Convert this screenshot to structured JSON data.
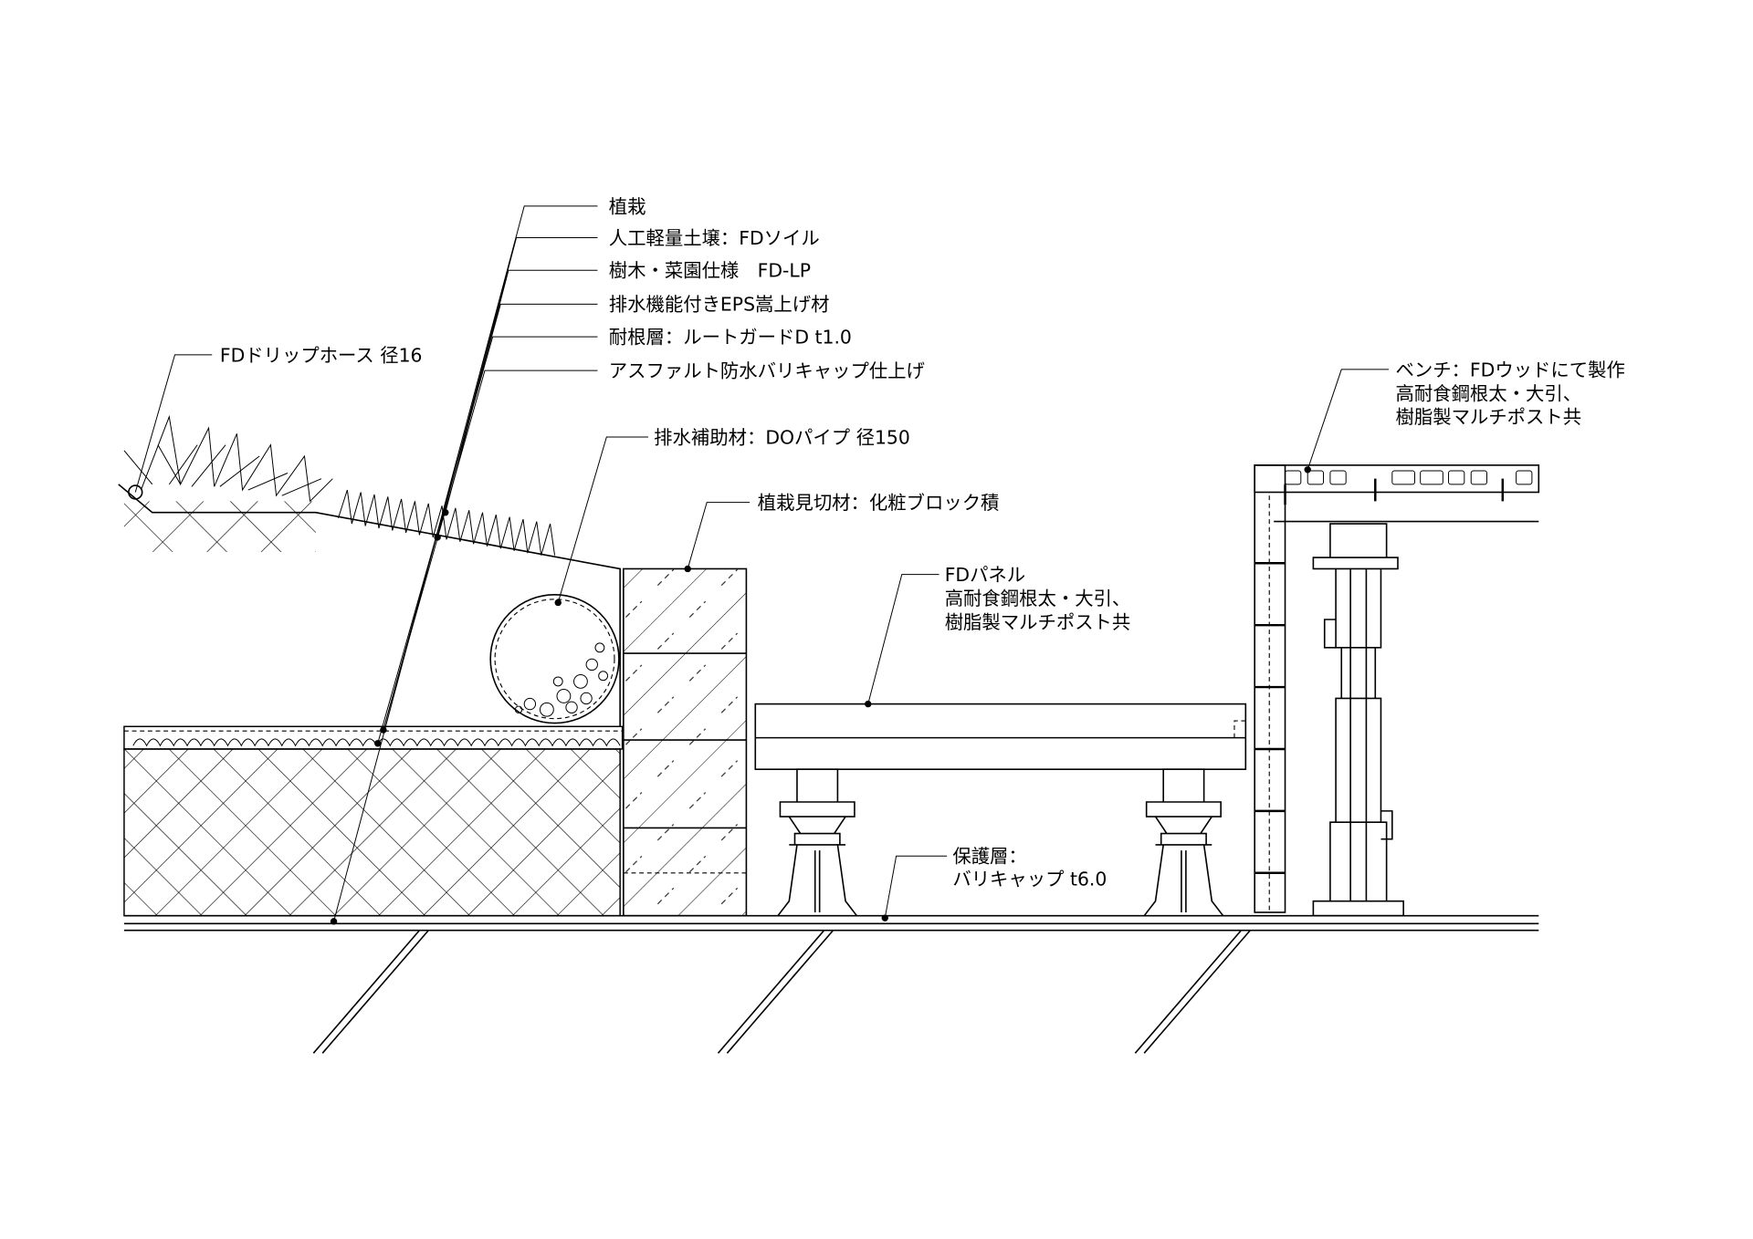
{
  "labels": {
    "planting": "植栽",
    "soil": "人工軽量土壌：FDソイル",
    "tree_spec": "樹木・菜園仕様　FD-LP",
    "eps": "排水機能付きEPS嵩上げ材",
    "root_guard": "耐根層：ルートガードD t1.0",
    "waterproof": "アスファルト防水バリキャップ仕上げ",
    "drip_hose": "FDドリップホース 径16",
    "drain_pipe": "排水補助材：DOパイプ 径150",
    "edging": "植栽見切材：化粧ブロック積",
    "panel": [
      "FDパネル",
      "高耐食鋼根太・大引、",
      "樹脂製マルチポスト共"
    ],
    "protect": [
      "保護層：",
      "バリキャップ t6.0"
    ],
    "bench": [
      "ベンチ：FDウッドにて製作",
      "高耐食鋼根太・大引、",
      "樹脂製マルチポスト共"
    ]
  }
}
